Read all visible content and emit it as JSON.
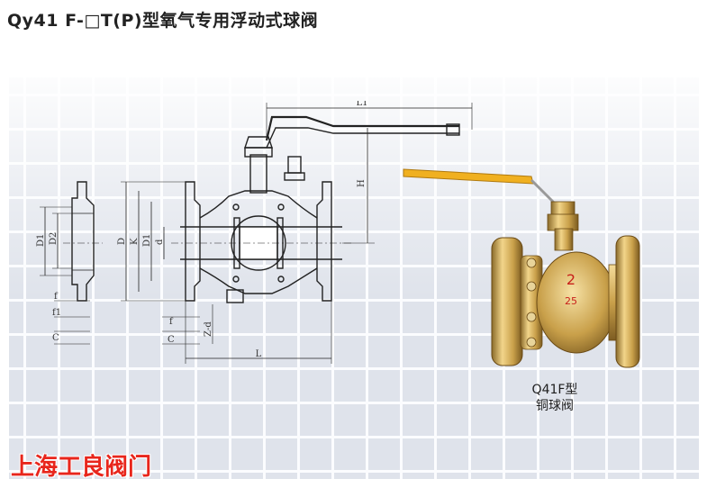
{
  "title": "Qy41 F-□T(P)型氧气专用浮动式球阀",
  "drawing": {
    "labels": {
      "l1": "L1",
      "h": "H",
      "d1_left": "D1",
      "d2": "D2",
      "d": "D",
      "k": "K",
      "d1_center": "D1",
      "d_small": "d",
      "f": "f",
      "f1": "f1",
      "c": "C",
      "f_center": "f",
      "z_d": "Z-d",
      "c_center": "C",
      "l": "L"
    }
  },
  "photo": {
    "body_marking_1": "2",
    "body_marking_2": "25",
    "caption_line1": "Q41F型",
    "caption_line2": "铜球阀"
  },
  "brand": "上海工良阀门",
  "colors": {
    "grid_background": "#dfe3eb",
    "grid_lines": "#fbfcfe",
    "brass": "#c9a04a",
    "handle": "#f0b020",
    "brand_text": "#e8261c"
  }
}
